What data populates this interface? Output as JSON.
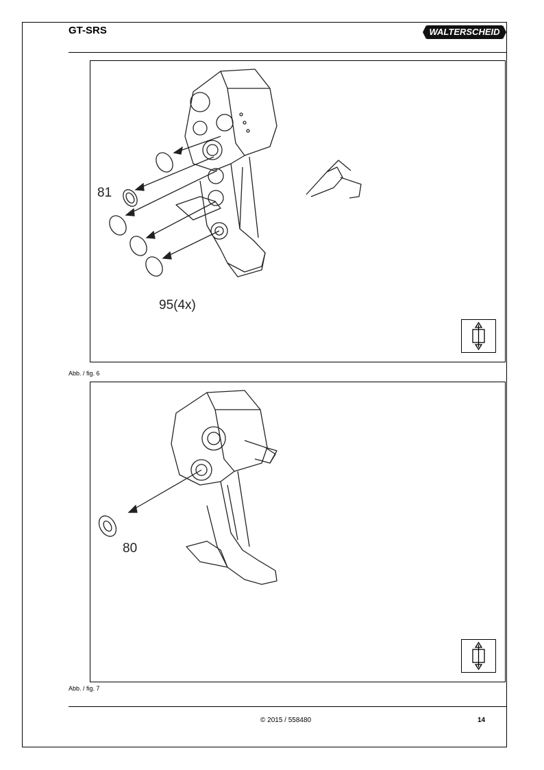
{
  "header": {
    "doc_title": "GT-SRS",
    "brand_logo_text": "WALTERSCHEID"
  },
  "figures": [
    {
      "caption": "Abb. / fig. 6",
      "callouts": [
        "81",
        "95(4x)"
      ],
      "corner_icon": "vertical-move-icon"
    },
    {
      "caption": "Abb. / fig. 7",
      "callouts": [
        "80"
      ],
      "corner_icon": "vertical-move-icon"
    }
  ],
  "footer": {
    "copyright": "© 2015 / 558480",
    "page_number": "14"
  }
}
